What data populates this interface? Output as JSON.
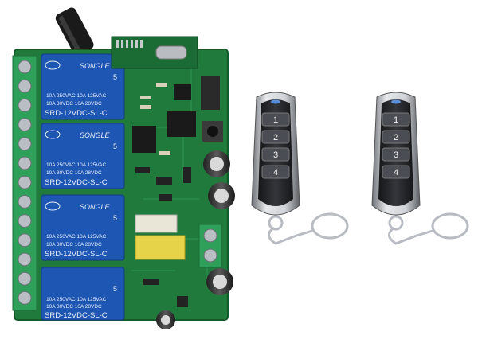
{
  "relays": [
    {
      "brand": "SONGLE",
      "rating1": "10A 250VAC  10A 125VAC",
      "rating2": "10A  30VDC  10A  28VDC",
      "model": "SRD-12VDC-SL-C",
      "pin": "5"
    },
    {
      "brand": "SONGLE",
      "rating1": "10A 250VAC  10A 125VAC",
      "rating2": "10A  30VDC  10A  28VDC",
      "model": "SRD-12VDC-SL-C",
      "pin": "5"
    },
    {
      "brand": "SONGLE",
      "rating1": "10A 250VAC  10A 125VAC",
      "rating2": "10A  30VDC  10A  28VDC",
      "model": "SRD-12VDC-SL-C",
      "pin": "5"
    },
    {
      "brand": "",
      "rating1": "10A 250VAC  10A 125VAC",
      "rating2": "10A  30VDC  10A  28VDC",
      "model": "SRD-12VDC-SL-C",
      "pin": "5"
    }
  ],
  "remotes": [
    {
      "buttons": [
        "1",
        "2",
        "3",
        "4"
      ]
    },
    {
      "buttons": [
        "1",
        "2",
        "3",
        "4"
      ]
    }
  ],
  "colors": {
    "pcb": "#1f7a3c",
    "relay": "#1e56b4",
    "terminal": "#2fa05a",
    "remote_body": "#2a2c30",
    "remote_rim": "#c9ccd1"
  }
}
